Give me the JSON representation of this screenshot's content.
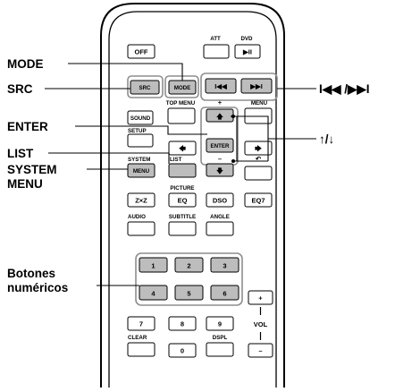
{
  "callouts": {
    "mode": "MODE",
    "src": "SRC",
    "enter": "ENTER",
    "list": "LIST",
    "system_menu_line1": "SYSTEM",
    "system_menu_line2": "MENU",
    "numeric_line1": "Botones",
    "numeric_line2": "numéricos",
    "skip": "I◀◀ /▶▶I",
    "updown": "↑/↓"
  },
  "buttons": {
    "off": "OFF",
    "src": "SRC",
    "mode": "MODE",
    "sound": "SOUND",
    "enter": "ENTER",
    "menu": "MENU",
    "zxz": "Z×Z",
    "eq": "EQ",
    "dso": "DSO",
    "eq7": "EQ7",
    "n1": "1",
    "n2": "2",
    "n3": "3",
    "n4": "4",
    "n5": "5",
    "n6": "6",
    "n7": "7",
    "n8": "8",
    "n9": "9",
    "n0": "0"
  },
  "labels": {
    "att": "ATT",
    "dvd": "DVD",
    "top_menu": "TOP MENU",
    "plus": "+",
    "menu": "MENU",
    "setup": "SETUP",
    "system": "SYSTEM",
    "list": "LIST",
    "minus": "–",
    "return": "↶",
    "picture": "PICTURE",
    "audio": "AUDIO",
    "subtitle": "SUBTITLE",
    "angle": "ANGLE",
    "vol": "VOL",
    "clear": "CLEAR",
    "dspl": "DSPL"
  },
  "glyphs": {
    "play_pause": "▶II",
    "prev": "I◀◀",
    "next": "▶▶I",
    "up": "🡅",
    "left": "🡄",
    "right": "🡆",
    "down": "🡇",
    "vol_up": "+",
    "vol_down": "–"
  }
}
